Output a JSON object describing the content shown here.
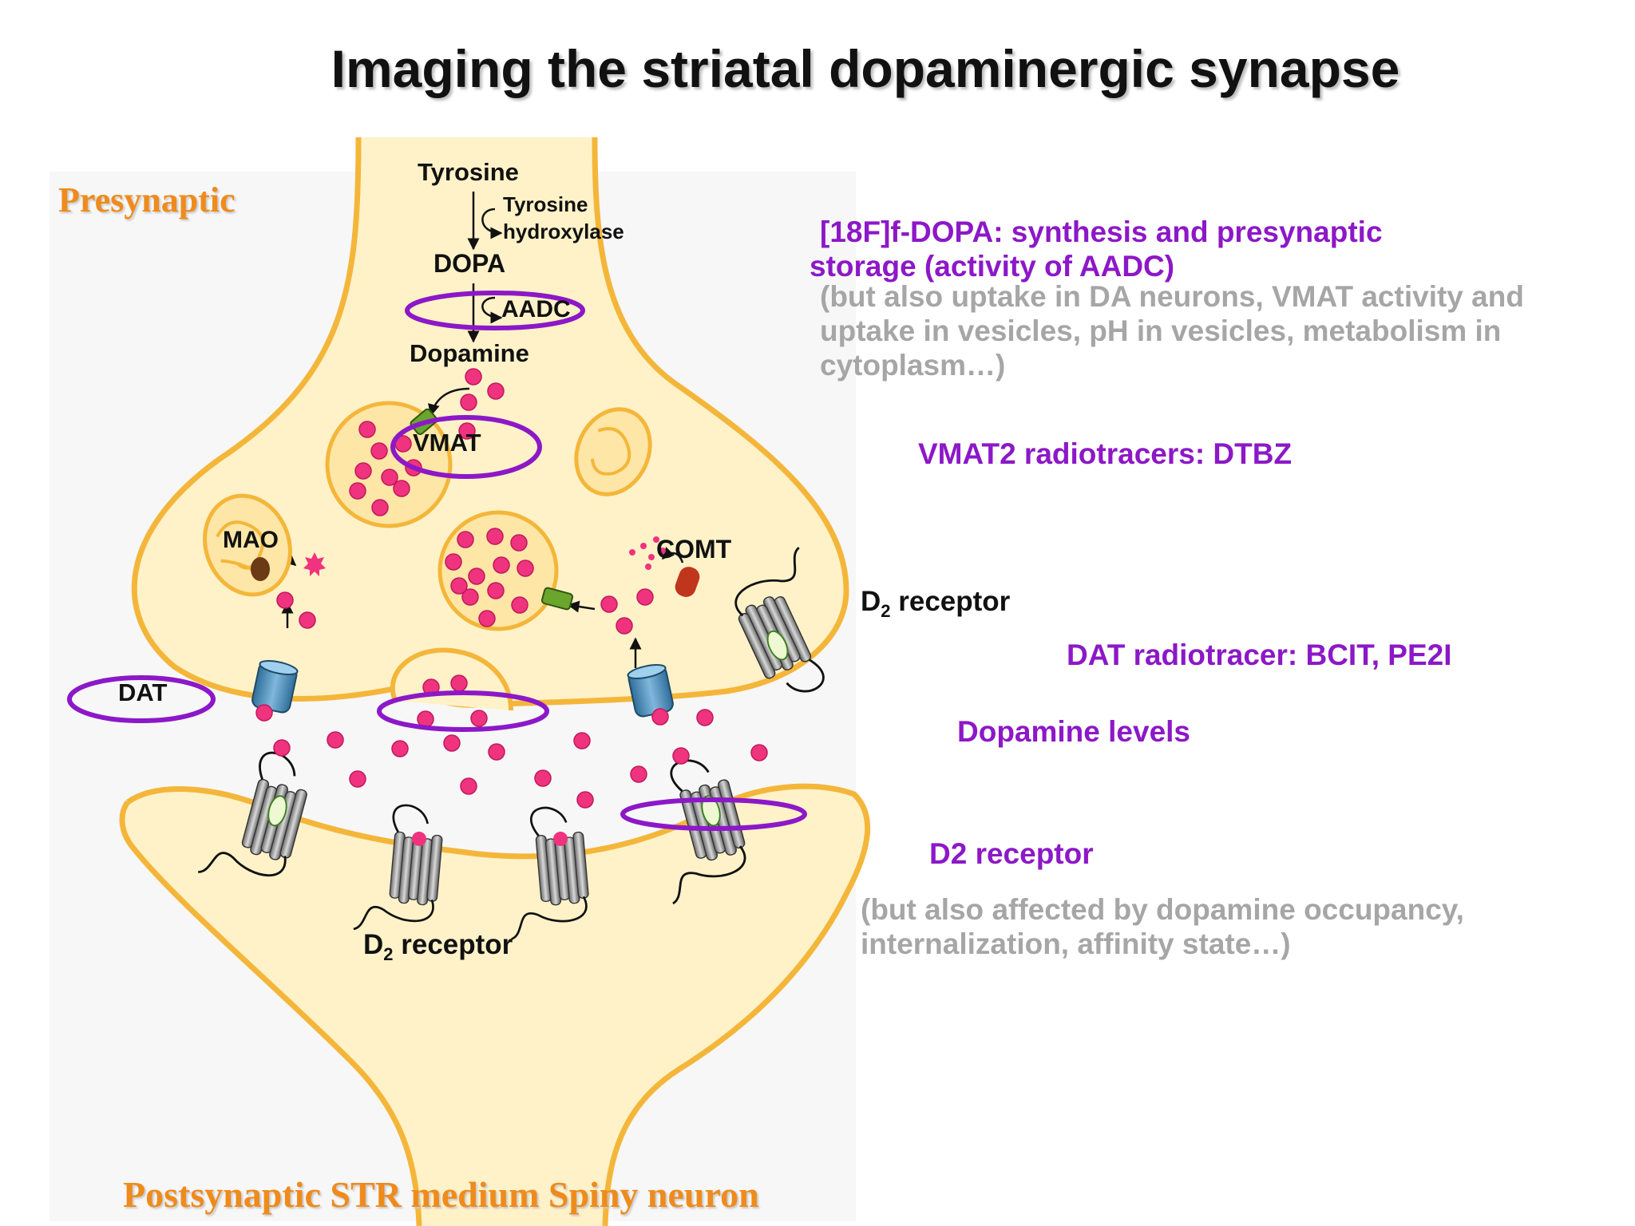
{
  "title": "Imaging the striatal dopaminergic synapse",
  "colors": {
    "membrane": "#f4b63a",
    "cytoplasm": "#fff2c8",
    "dopamine": "#f0337e",
    "annotation": "#8c18c7",
    "note": "#a6a6a6",
    "side_label": "#ef8b1c"
  },
  "labels": {
    "presynaptic": "Presynaptic",
    "postsynaptic": "Postsynaptic STR medium Spiny neuron"
  },
  "pathway": {
    "tyrosine": "Tyrosine",
    "tyrosine_hydroxylase_1": "Tyrosine",
    "tyrosine_hydroxylase_2": "hydroxylase",
    "dopa": "DOPA",
    "aadc": "AADC",
    "dopamine": "Dopamine"
  },
  "diagram_labels": {
    "vmat": "VMAT",
    "mao": "MAO",
    "comt": "COMT",
    "dat": "DAT",
    "d2_pre_prefix": "D",
    "d2_pre_sub": "2",
    "d2_pre_suffix": " receptor",
    "d2_post_prefix": "D",
    "d2_post_sub": "2",
    "d2_post_suffix": " receptor"
  },
  "annotations": {
    "fdopa_line1": "[18F]f-DOPA: synthesis and presynaptic",
    "fdopa_line2": "storage (activity of AADC)",
    "fdopa_note": "(but also uptake in DA neurons, VMAT activity and uptake in vesicles, pH in vesicles, metabolism in cytoplasm…)",
    "vmat2": "VMAT2 radiotracers: DTBZ",
    "dat": "DAT radiotracer: BCIT, PE2I",
    "dopamine_levels": "Dopamine levels",
    "d2": "D2 receptor",
    "d2_note": "(but also affected by dopamine occupancy, internalization, affinity state…)"
  }
}
